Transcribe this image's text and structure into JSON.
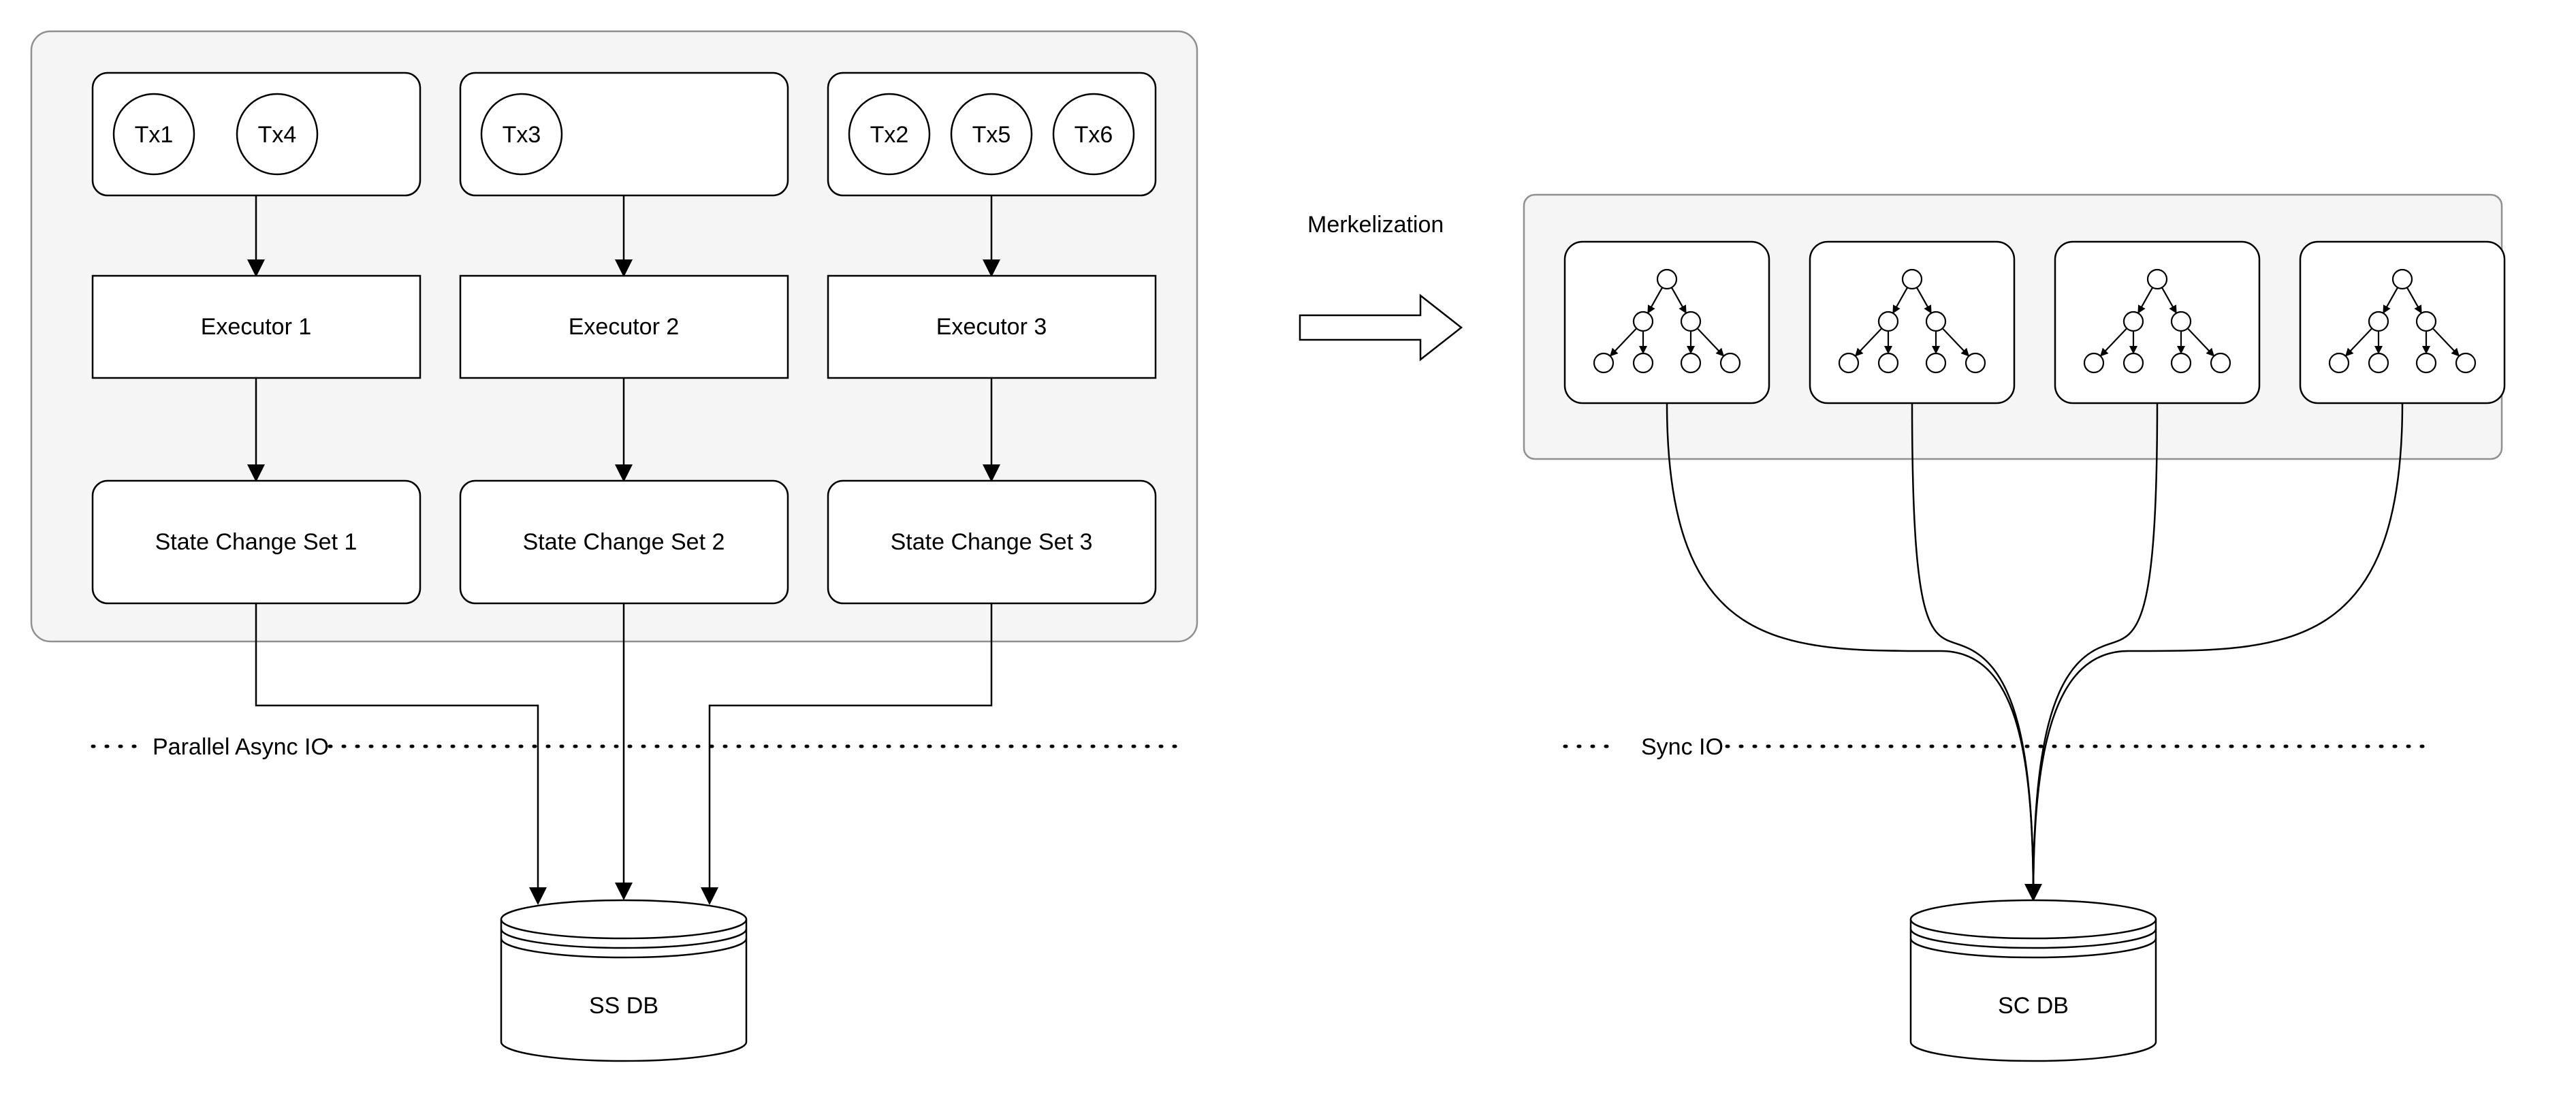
{
  "colors": {
    "panel_fill": "#f5f5f5",
    "panel_stroke": "#909090",
    "stroke": "#000000",
    "fill": "#ffffff"
  },
  "tx_groups": [
    [
      "Tx1",
      "Tx4"
    ],
    [
      "Tx3"
    ],
    [
      "Tx2",
      "Tx5",
      "Tx6"
    ]
  ],
  "executors": [
    "Executor 1",
    "Executor 2",
    "Executor 3"
  ],
  "state_change_sets": [
    "State Change Set 1",
    "State Change Set 2",
    "State Change Set 3"
  ],
  "parallel_io_label": "Parallel Async IO",
  "ss_db_label": "SS DB",
  "merkelization_label": "Merkelization",
  "tree_icons": [
    "merkle-tree-icon",
    "merkle-tree-icon",
    "merkle-tree-icon",
    "merkle-tree-icon"
  ],
  "sync_io_label": "Sync IO",
  "sc_db_label": "SC DB"
}
